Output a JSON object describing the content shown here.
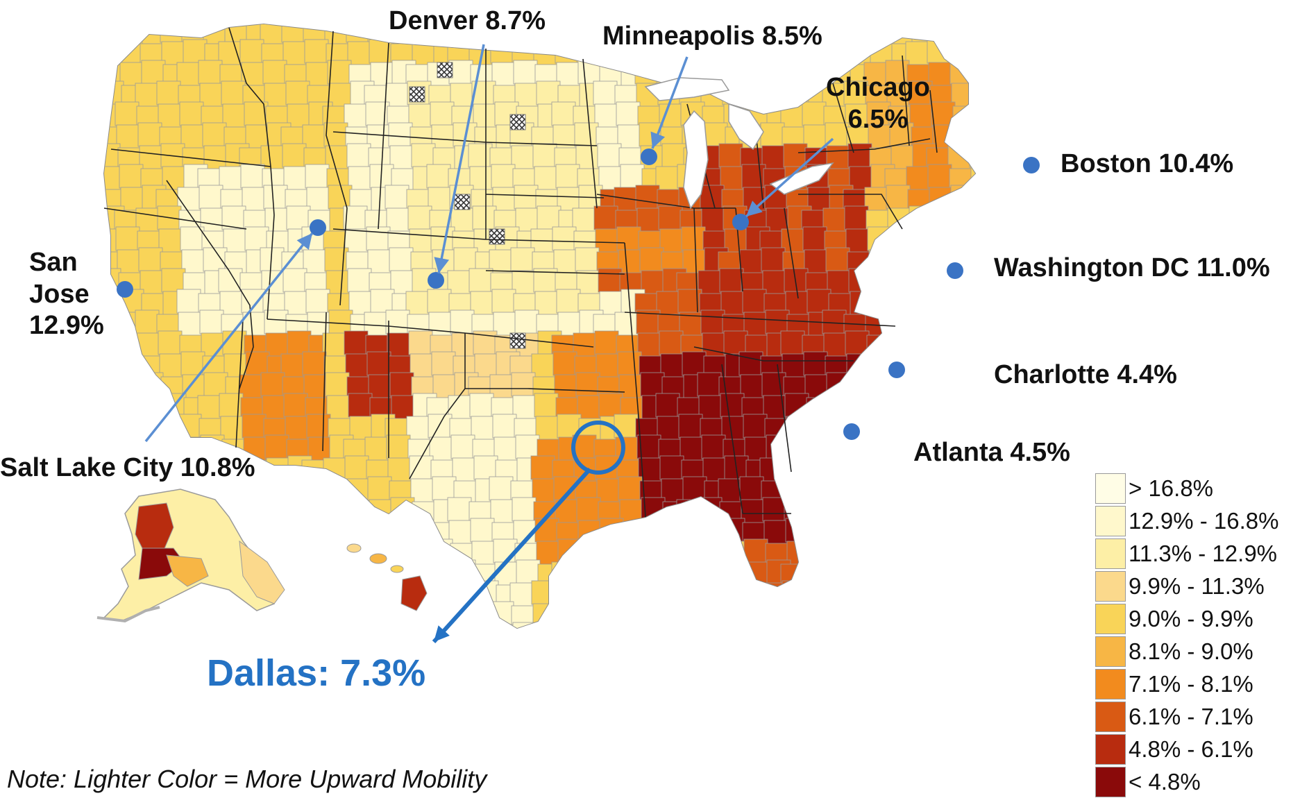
{
  "cities": [
    {
      "id": "denver",
      "label": "Denver 8.7%"
    },
    {
      "id": "minneapolis",
      "label": "Minneapolis 8.5%"
    },
    {
      "id": "chicago",
      "line1": "Chicago",
      "line2": "6.5%"
    },
    {
      "id": "boston",
      "label": "Boston 10.4%"
    },
    {
      "id": "sanjose",
      "line1": "San",
      "line2": "Jose",
      "line3": "12.9%"
    },
    {
      "id": "washington",
      "label": "Washington DC 11.0%"
    },
    {
      "id": "charlotte",
      "label": "Charlotte 4.4%"
    },
    {
      "id": "atlanta",
      "label": "Atlanta 4.5%"
    },
    {
      "id": "saltlake",
      "label": "Salt Lake City 10.8%"
    },
    {
      "id": "dallas",
      "label": "Dallas:  7.3%"
    }
  ],
  "legend": [
    {
      "label": "> 16.8%",
      "color": "#fffde6"
    },
    {
      "label": "12.9% - 16.8%",
      "color": "#fff8cc"
    },
    {
      "label": "11.3% - 12.9%",
      "color": "#fdefa6"
    },
    {
      "label": "9.9% - 11.3%",
      "color": "#fbd98c"
    },
    {
      "label": "9.0% - 9.9%",
      "color": "#f9d458"
    },
    {
      "label": "8.1% - 9.0%",
      "color": "#f7b645"
    },
    {
      "label": "7.1% - 8.1%",
      "color": "#f28b1e"
    },
    {
      "label": "6.1% - 7.1%",
      "color": "#d95a14"
    },
    {
      "label": "4.8% - 6.1%",
      "color": "#b82c0f"
    },
    {
      "label": "< 4.8%",
      "color": "#8a0a0a"
    }
  ],
  "note": "Note: Lighter Color = More Upward Mobility",
  "colors": {
    "marker": "#3a73c4",
    "arrow": "#5b8fd3",
    "dallas": "#2472c4",
    "border": "#9a9a9a"
  }
}
